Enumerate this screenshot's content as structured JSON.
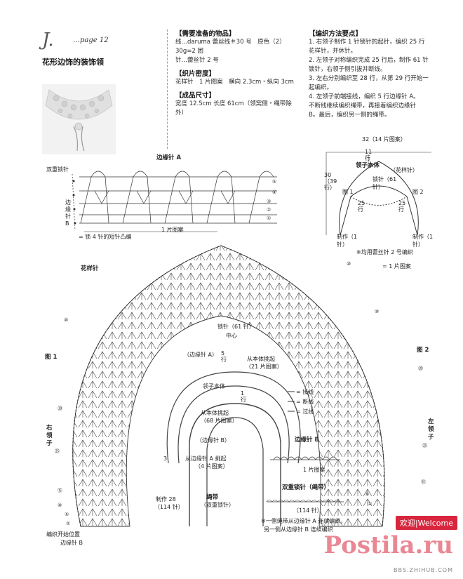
{
  "header": {
    "letter": "J.",
    "page_ref": "…page 12",
    "title": "花形边饰的装饰领"
  },
  "materials": {
    "heading": "【需要准备的物品】",
    "lines": [
      "线…daruma 蕾丝线＃30 号　原色（2）",
      "30g=2 团",
      "针…蕾丝针 2 号"
    ]
  },
  "gauge": {
    "heading": "【织片密度】",
    "lines": [
      "花样针　1 片图案　横向 2.3cm・纵向 3cm"
    ]
  },
  "size": {
    "heading": "【成品尺寸】",
    "lines": [
      "宽度 12.5cm  长度 61cm（领窝侧・绳带除外）"
    ]
  },
  "method": {
    "heading": "【编织方法要点】",
    "lines": [
      "1. 右领子制作 1 针锁针的起针，编织 25 行",
      "花样针，并休针。",
      "2. 左领子对称编织完成 25 行后，制作 61 针",
      "锁针，右领子侧引拔并断线。",
      "3. 左右分别编织至 28 行，从第 29 行开始一",
      "起编织。",
      "4. 左领子前端接线，编织 5 行边缘针 A。",
      "不断线继续编织绳带，再接着编织边缘针",
      "B。最后，编织另一侧的绳带。"
    ]
  },
  "diagram": {
    "edging_a_top": "边缘针 A",
    "double_chain": "双重锁针",
    "edging_b_side": "边缘针 B",
    "motif_one": "1 片图案",
    "picot_note": "= 锁 4 针的短针凸编",
    "pattern_stitch": "花样针",
    "fig1": "图 1",
    "fig2": "图 2",
    "right_collar": "右领子",
    "left_collar": "左领子",
    "center": "中心",
    "chain_61": "锁针（61 针）",
    "start_pos": "编织开始位置",
    "edging_b_bottom": "边缘针 B",
    "picot_hook_note": "※均用蕾丝针 2 号编织",
    "motif_one_right": "= 1 片图案",
    "row_numbers": [
      "⑩",
      "⑳",
      "㉕",
      "⑮",
      "⑩",
      "⑤",
      "①",
      "⑩",
      "⑳",
      "㉕",
      "⑮",
      "⑩",
      "⑤",
      "①"
    ],
    "top_rows": [
      "⑤",
      "④",
      "③",
      "②",
      "①"
    ]
  },
  "schematic": {
    "width": "32（14 片图案）",
    "body": "领子本体",
    "body_stitch": "（花样针）",
    "rows_11": "11 行",
    "chain": "锁针（61 针）",
    "fig1": "图 1",
    "fig2": "图 2",
    "h_total": "30（39 行）",
    "h_25_left": "25 行",
    "h_25_right": "25 行",
    "make_l": "制作（1 针）",
    "make_r": "制作（1 针）",
    "hook_note": "※均用蕾丝针 2 号编织"
  },
  "assembly": {
    "edging_a": "（边缘针 A）",
    "rows5": "5 行",
    "pickup_body": "从本体挑起",
    "pickup_body_count": "（21 片图案）",
    "collar_body": "领子本体",
    "rows1": "1 行",
    "pickup_body2": "从本体挑起",
    "pickup_body2_count": "（68 片图案）",
    "edging_b": "（边缘针 B）",
    "from_a": "从边缘针 A 挑起",
    "from_a_count": "（4 片图案）",
    "make_28": "制作 28",
    "make_114": "（114 针）",
    "cord": "绳带",
    "cord_stitch": "（双重锁针）",
    "num3": "3"
  },
  "legend": {
    "join": "= 接线",
    "cut": "= 断线",
    "slip": "= 过线"
  },
  "edging_b_detail": {
    "title": "边缘针 B",
    "motif": "1 片图案"
  },
  "double_chain_detail": {
    "title": "双重锁针（绳带）",
    "count": "（114 针）",
    "note1": "※一侧绳带从边缘针 A 连续编织，",
    "note2": "另一侧从边缘针 B 连续编织"
  },
  "watermark": {
    "badge": "欢迎|Welcome",
    "brand": "Postila.ru",
    "url": "BBS.ZHIHUB.COM"
  },
  "colors": {
    "ink": "#2b2b2b",
    "line": "#555555",
    "accent": "#d7263d"
  }
}
